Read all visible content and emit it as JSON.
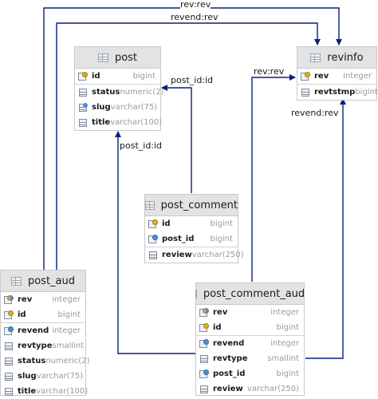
{
  "colors": {
    "wire": "#0a1f7d",
    "header_bg": "#e3e3e3",
    "border": "#c9c9c9"
  },
  "labels": {
    "rev_rev_top": "rev:rev",
    "revend_rev_top": "revend:rev",
    "post_id_id_1": "post_id:id",
    "rev_rev_right": "rev:rev",
    "revend_rev_right": "revend:rev",
    "post_id_id_2": "post_id:id"
  },
  "tables": {
    "post": {
      "name": "post",
      "key_fields": [
        {
          "name": "id",
          "type": "bigint",
          "icon": "primary-key-icon"
        }
      ],
      "fields": [
        {
          "name": "status",
          "type": "numeric(2)",
          "icon": "column-icon"
        },
        {
          "name": "slug",
          "type": "varchar(75)",
          "icon": "indexed-column-icon"
        },
        {
          "name": "title",
          "type": "varchar(100)",
          "icon": "column-icon"
        }
      ]
    },
    "revinfo": {
      "name": "revinfo",
      "key_fields": [
        {
          "name": "rev",
          "type": "integer",
          "icon": "primary-key-icon"
        }
      ],
      "fields": [
        {
          "name": "revtstmp",
          "type": "bigint",
          "icon": "column-icon"
        }
      ]
    },
    "post_comment": {
      "name": "post_comment",
      "key_fields": [
        {
          "name": "id",
          "type": "bigint",
          "icon": "primary-key-icon"
        },
        {
          "name": "post_id",
          "type": "bigint",
          "icon": "foreign-key-icon"
        }
      ],
      "fields": [
        {
          "name": "review",
          "type": "varchar(250)",
          "icon": "column-icon"
        }
      ]
    },
    "post_aud": {
      "name": "post_aud",
      "key_fields": [
        {
          "name": "rev",
          "type": "integer",
          "icon": "primary-foreign-key-icon"
        },
        {
          "name": "id",
          "type": "bigint",
          "icon": "primary-key-icon"
        }
      ],
      "fields": [
        {
          "name": "revend",
          "type": "integer",
          "icon": "foreign-key-icon"
        },
        {
          "name": "revtype",
          "type": "smallint",
          "icon": "column-icon"
        },
        {
          "name": "status",
          "type": "numeric(2)",
          "icon": "column-icon"
        },
        {
          "name": "slug",
          "type": "varchar(75)",
          "icon": "column-icon"
        },
        {
          "name": "title",
          "type": "varchar(100)",
          "icon": "column-icon"
        }
      ]
    },
    "post_comment_aud": {
      "name": "post_comment_aud",
      "key_fields": [
        {
          "name": "rev",
          "type": "integer",
          "icon": "primary-foreign-key-icon"
        },
        {
          "name": "id",
          "type": "bigint",
          "icon": "primary-key-icon"
        }
      ],
      "fields": [
        {
          "name": "revend",
          "type": "integer",
          "icon": "foreign-key-icon"
        },
        {
          "name": "revtype",
          "type": "smallint",
          "icon": "column-icon"
        },
        {
          "name": "post_id",
          "type": "bigint",
          "icon": "foreign-key-icon"
        },
        {
          "name": "review",
          "type": "varchar(250)",
          "icon": "column-icon"
        }
      ]
    }
  }
}
